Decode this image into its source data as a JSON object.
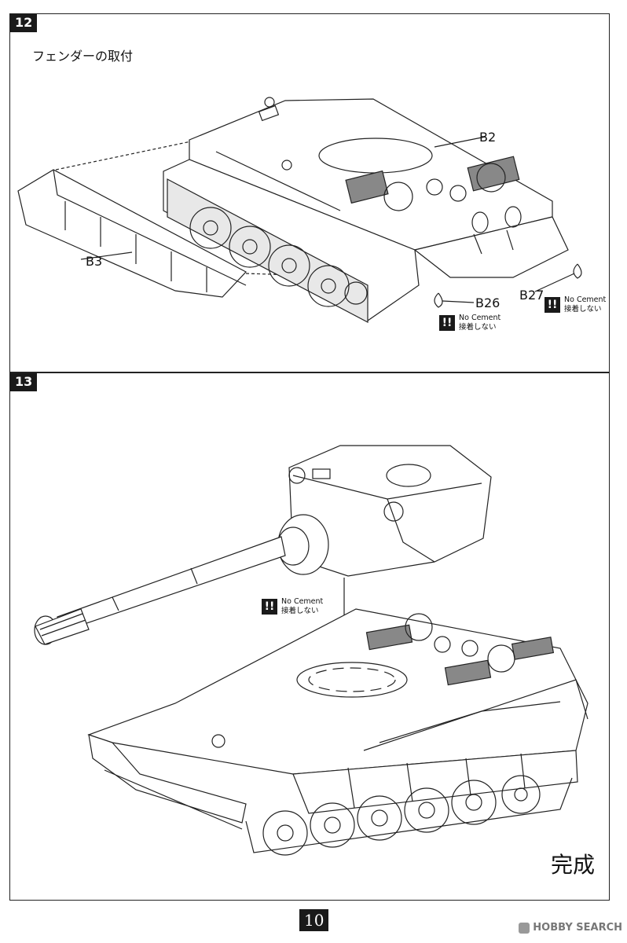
{
  "steps": [
    {
      "number": "12",
      "title": "フェンダーの取付",
      "parts": [
        "B2",
        "B3",
        "B26",
        "B27"
      ],
      "warnings": [
        {
          "symbol": "!!",
          "line1": "No Cement",
          "line2": "接着しない"
        },
        {
          "symbol": "!!",
          "line1": "No Cement",
          "line2": "接着しない"
        }
      ]
    },
    {
      "number": "13",
      "warning": {
        "symbol": "!!",
        "line1": "No Cement",
        "line2": "接着しない"
      },
      "completion": "完成"
    }
  ],
  "page_number": "10",
  "watermark": "HOBBY SEARCH",
  "colors": {
    "ink": "#111111",
    "box": "#1a1a1a"
  },
  "icons": [
    "warning-icon",
    "hobbysearch-logo-icon"
  ]
}
